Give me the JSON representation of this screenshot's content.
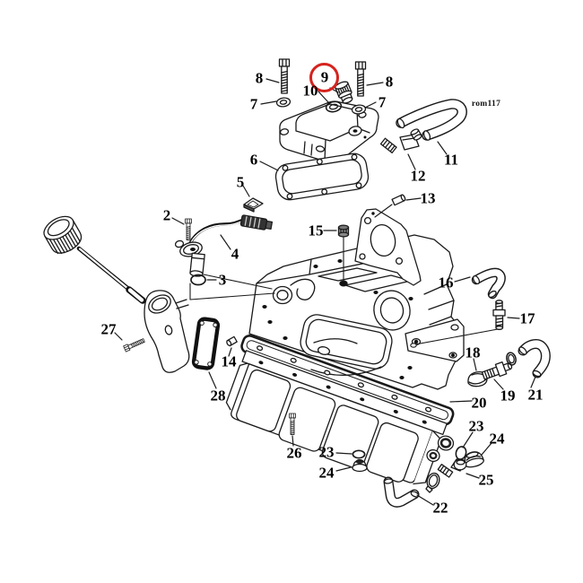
{
  "figure": {
    "code": "rom117"
  },
  "highlight": {
    "callout": "9",
    "color": "#d6231e"
  },
  "callouts": {
    "c2": "2",
    "c3": "3",
    "c4": "4",
    "c5": "5",
    "c6": "6",
    "c7a": "7",
    "c7b": "7",
    "c8a": "8",
    "c8b": "8",
    "c9": "9",
    "c10": "10",
    "c11": "11",
    "c12": "12",
    "c13": "13",
    "c14": "14",
    "c15": "15",
    "c16": "16",
    "c17": "17",
    "c18": "18",
    "c19": "19",
    "c20": "20",
    "c21": "21",
    "c22": "22",
    "c23a": "23",
    "c23b": "23",
    "c24a": "24",
    "c24b": "24",
    "c25": "25",
    "c26": "26",
    "c27": "27",
    "c28": "28"
  }
}
